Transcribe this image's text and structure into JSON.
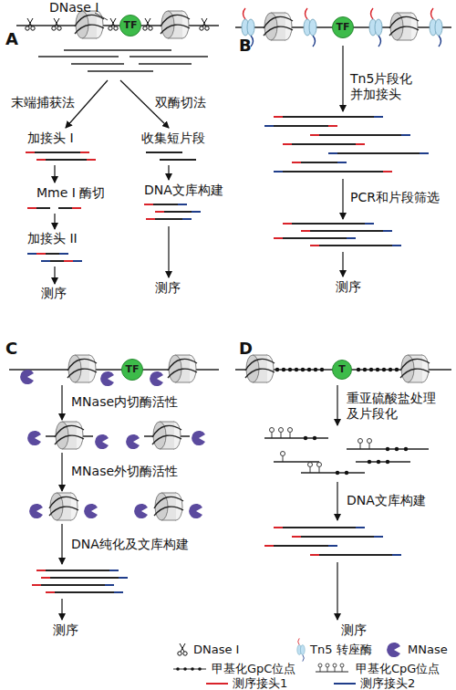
{
  "diagram": {
    "nodes": [
      {
        "text": [
          "TF"
        ]
      },
      {
        "text": [
          "TF"
        ]
      },
      {
        "text": [
          "TF"
        ]
      },
      {
        "text": [
          "T"
        ]
      }
    ],
    "labels": [
      "A",
      "DNase I",
      "末端捕获法",
      "双酶切法",
      "加接头 I",
      "收集短片段",
      "Mme I 酶切",
      "DNA文库构建",
      "加接头 II",
      "测序",
      "测序",
      "B",
      "Tn5片段化并加接头",
      "PCR和片段筛选",
      "测序",
      "C",
      "MNase内切酶活性",
      "MNase外切酶活性",
      "DNA纯化及文库构建",
      "测序",
      "D",
      "重亚硫酸盐处理及片段化",
      "DNA文库构建",
      "测序"
    ],
    "legend": [
      {
        "text": "DNase I"
      },
      {
        "text": "Tn5 转座酶"
      },
      {
        "text": "MNase"
      },
      {
        "text": "甲基化GpC位点"
      },
      {
        "text": "甲基化CpG位点"
      },
      {
        "text": "测序接头1"
      },
      {
        "text": "测序接头2"
      }
    ]
  }
}
